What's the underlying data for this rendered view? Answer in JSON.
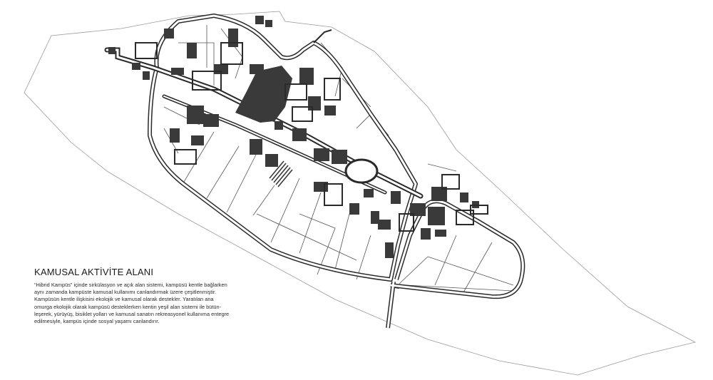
{
  "caption": {
    "title": "KAMUSAL AKTİVİTE ALANI",
    "lines": [
      "“Hibrid Kampüs” içinde sirkülasyon ve açık alan sistemi, kampüsü kentle bağlarken",
      "aynı zamanda kampüste kamusal kullanımı canlandırmak üzere çeşitlenmiştir.",
      "Kampüsün kentle ilişkisini ekolojik ve kamusal olarak destekler. Yaratılan ana",
      "omurga ekolojik olarak kampüsü desteklerken kentin yeşil alan sistemi ile bütün-",
      "leşerek, yürüyüş, bisiklet yolları ve kamusal sanatın rekreasyonel kullanıma entegre",
      "edilmesiyle, kampüs içinde sosyal yaşamı canlandırır."
    ]
  },
  "colors": {
    "background": "#ffffff",
    "road": "#2a2a2a",
    "building": "#3a3a3a",
    "parcel_line": "#555555",
    "site_boundary": "#9a9a9a"
  }
}
